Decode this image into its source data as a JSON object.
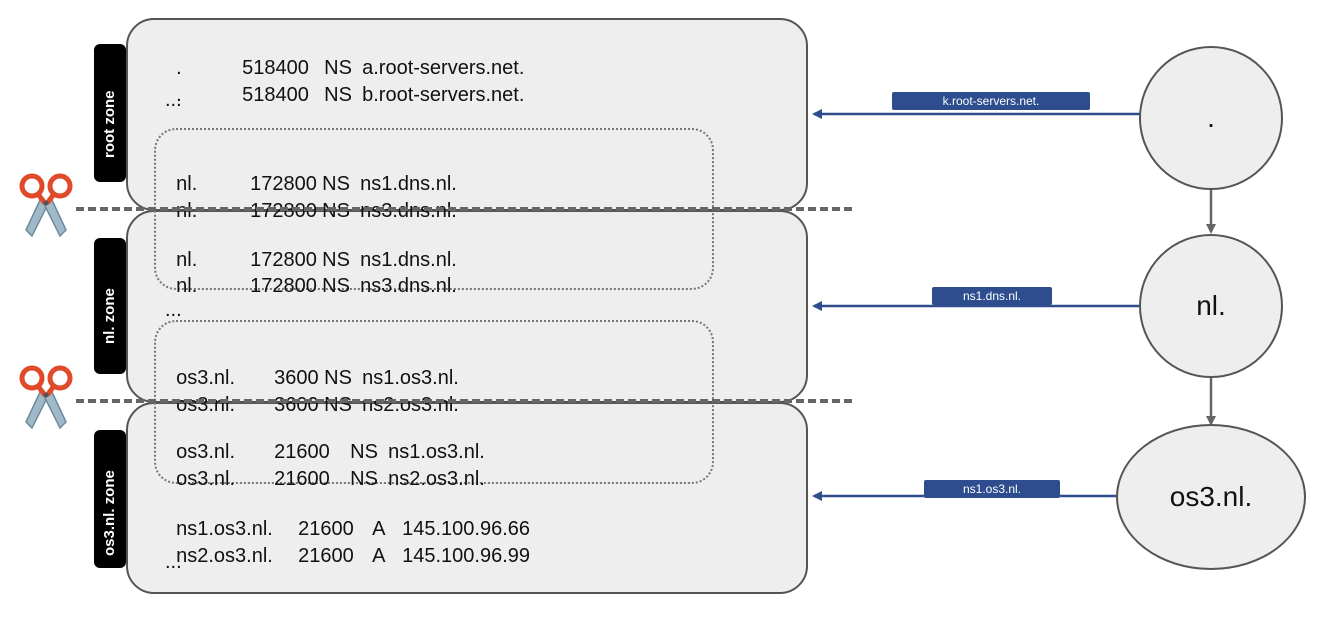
{
  "zones": {
    "root": {
      "tab_label": "root    zone",
      "records": [
        {
          "name": ".",
          "ttl": "518400",
          "type": "NS",
          "value": "a.root-servers.net."
        },
        {
          "name": ".",
          "ttl": "518400",
          "type": "NS",
          "value": "b.root-servers.net."
        }
      ],
      "ellipsis": "...",
      "delegation": [
        {
          "name": "nl.",
          "ttl": "172800",
          "type": "NS",
          "value": "ns1.dns.nl."
        },
        {
          "name": "nl.",
          "ttl": "172800",
          "type": "NS",
          "value": "ns3.dns.nl."
        }
      ]
    },
    "nl": {
      "tab_label": "nl.    zone",
      "records": [
        {
          "name": "nl.",
          "ttl": "172800",
          "type": "NS",
          "value": "ns1.dns.nl."
        },
        {
          "name": "nl.",
          "ttl": "172800",
          "type": "NS",
          "value": "ns3.dns.nl."
        }
      ],
      "ellipsis": "...",
      "delegation": [
        {
          "name": "os3.nl.",
          "ttl": "3600",
          "type": "NS",
          "value": "ns1.os3.nl."
        },
        {
          "name": "os3.nl.",
          "ttl": "3600",
          "type": "NS",
          "value": "ns2.os3.nl."
        }
      ]
    },
    "os3": {
      "tab_label": "os3.nl.   zone",
      "records": [
        {
          "name": "os3.nl.",
          "ttl": "21600",
          "type": "NS",
          "value": "ns1.os3.nl."
        },
        {
          "name": "os3.nl.",
          "ttl": "21600",
          "type": "NS",
          "value": "ns2.os3.nl."
        }
      ],
      "glue": [
        {
          "name": "ns1.os3.nl.",
          "ttl": "21600",
          "type": "A",
          "value": "145.100.96.66"
        },
        {
          "name": "ns2.os3.nl.",
          "ttl": "21600",
          "type": "A",
          "value": "145.100.96.99"
        }
      ],
      "ellipsis": "..."
    }
  },
  "tree": {
    "nodes": [
      {
        "label": ".",
        "server": "k.root-servers.net."
      },
      {
        "label": "nl.",
        "server": "ns1.dns.nl."
      },
      {
        "label": "os3.nl.",
        "server": "ns1.os3.nl."
      }
    ]
  },
  "colors": {
    "arrow_blue": "#2d4d8e",
    "scissors_handle": "#e04a2a",
    "scissors_blade": "#9fb9c9"
  },
  "icons": [
    "scissors-icon"
  ]
}
